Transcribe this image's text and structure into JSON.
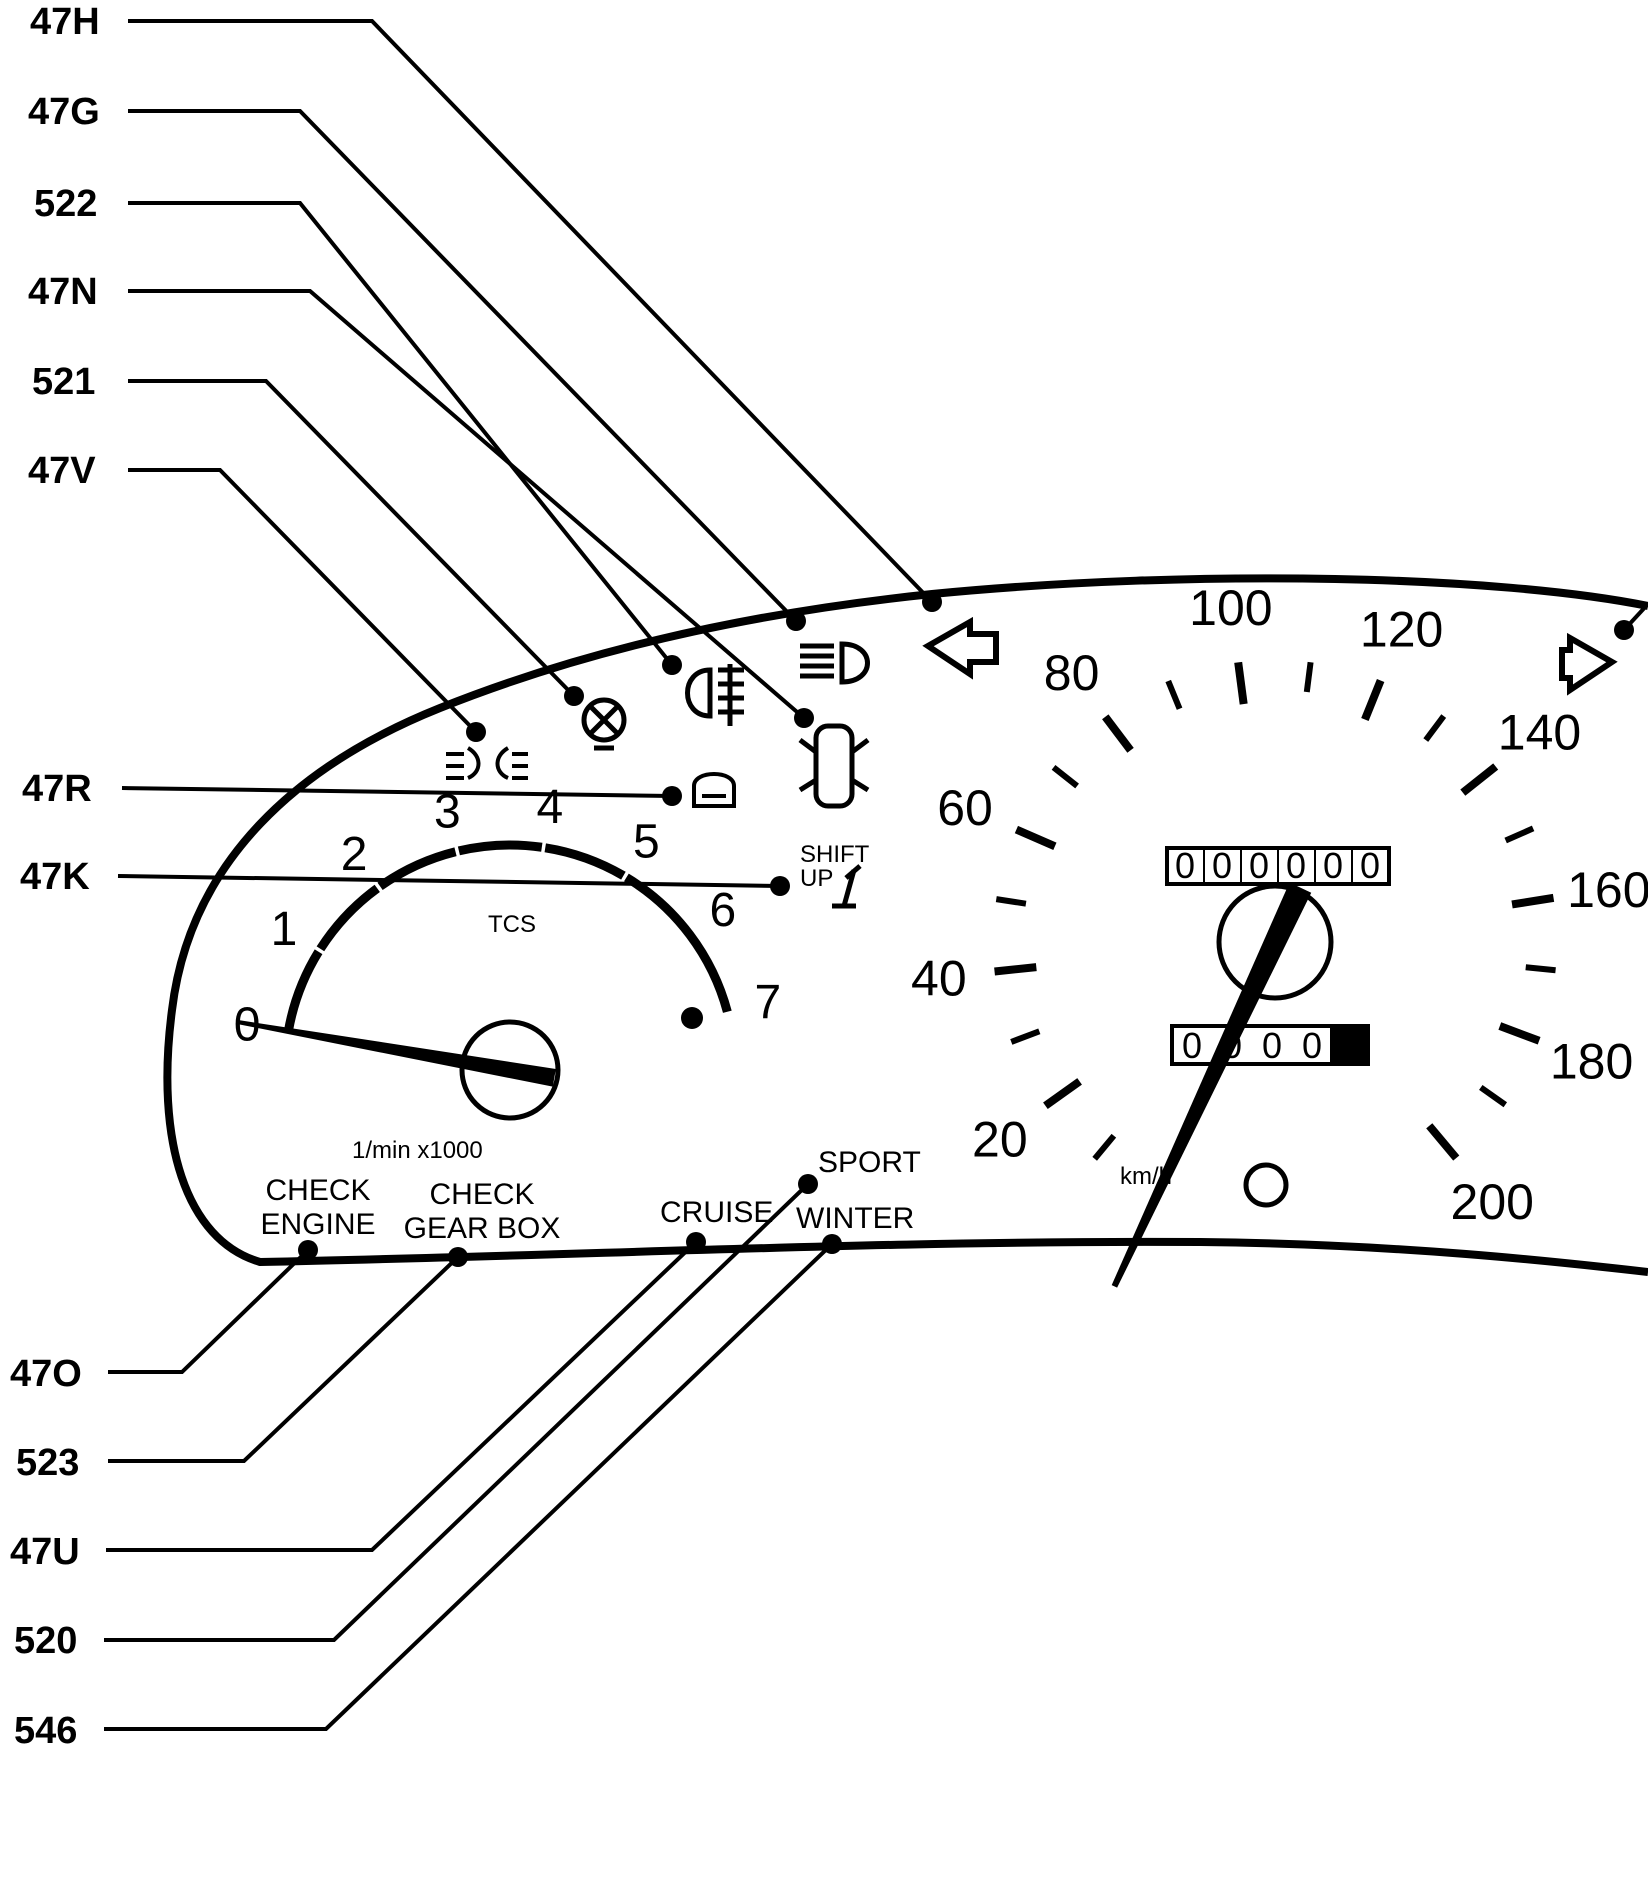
{
  "callouts_left": [
    "47H",
    "47G",
    "522",
    "47N",
    "521",
    "47V",
    "47R",
    "47K"
  ],
  "callouts_bottom": [
    "47O",
    "523",
    "47U",
    "520",
    "546"
  ],
  "tachometer": {
    "numbers": [
      "0",
      "1",
      "2",
      "3",
      "4",
      "5",
      "6",
      "7"
    ],
    "unit": "1/min x1000",
    "tcs_label": "TCS",
    "needle_value": 0
  },
  "speedometer": {
    "numbers": [
      "20",
      "40",
      "60",
      "80",
      "100",
      "120",
      "140",
      "160",
      "180",
      "200"
    ],
    "unit": "km/h",
    "odometer": [
      "0",
      "0",
      "0",
      "0",
      "0",
      "0"
    ],
    "trip": [
      "0",
      "0",
      "0",
      "0"
    ],
    "needle_value": 0
  },
  "labels": {
    "check_engine": [
      "CHECK",
      "ENGINE"
    ],
    "check_gearbox": [
      "CHECK",
      "GEAR BOX"
    ],
    "cruise": "CRUISE",
    "sport": "SPORT",
    "winter": "WINTER",
    "shift_up": [
      "SHIFT",
      "UP"
    ]
  },
  "icons": [
    "turn-left-arrow-icon",
    "high-beam-icon",
    "rear-fog-light-icon",
    "door-open-icon",
    "bulb-failure-icon",
    "front-fog-light-icon",
    "traction-control-icon",
    "shift-up-icon",
    "turn-right-arrow-icon"
  ],
  "colors": {
    "ink": "#000000",
    "paper": "#ffffff"
  }
}
